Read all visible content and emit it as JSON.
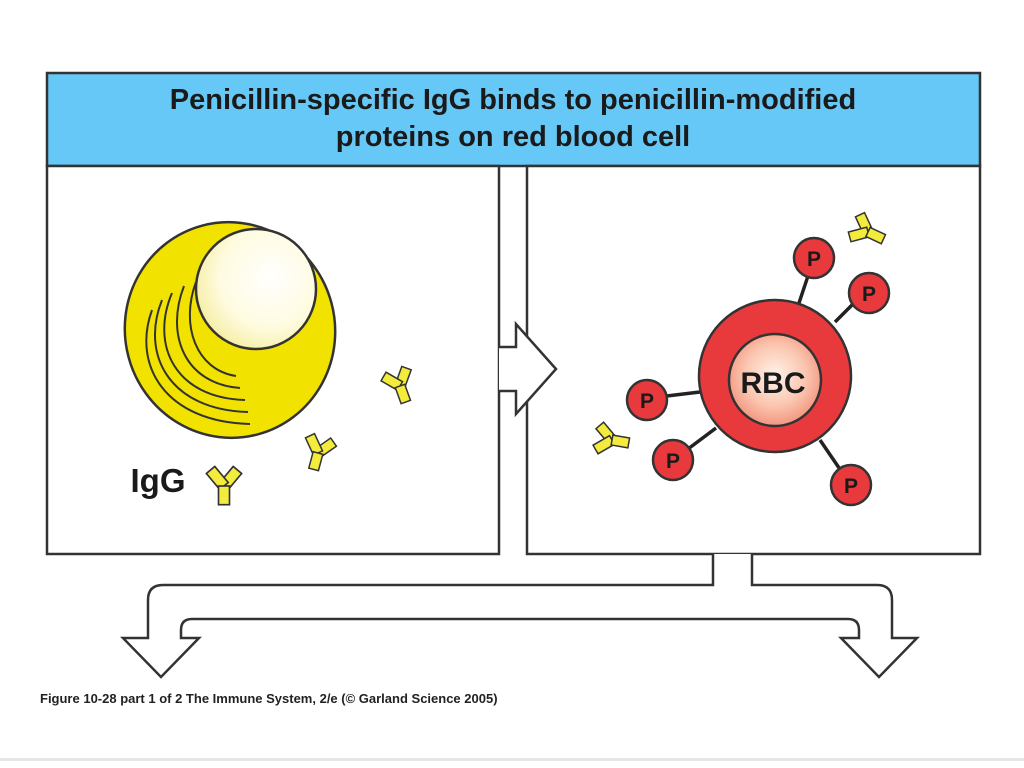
{
  "header": {
    "title_line1": "Penicillin-specific IgG binds to penicillin-modified",
    "title_line2": "proteins on red blood cell",
    "background": "#66c8f6"
  },
  "left_panel": {
    "antibody_label": "IgG",
    "cell_color": "#f2e200",
    "antibody_color": "#f4ec3c"
  },
  "right_panel": {
    "cell_label": "RBC",
    "protein_label": "P",
    "cell_color": "#e8393c"
  },
  "caption": "Figure 10-28 part 1 of 2  The Immune System, 2/e (© Garland Science 2005)"
}
